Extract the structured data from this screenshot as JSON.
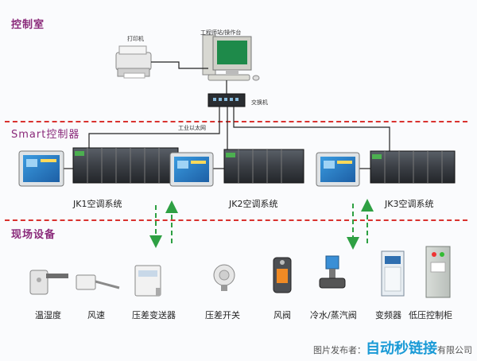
{
  "sections": {
    "control_room": "控制室",
    "smart_controller": "Smart控制器",
    "field_devices": "现场设备"
  },
  "control_room": {
    "printer_label": "打印机",
    "workstation_label": "工程师站/操作台",
    "switch_label": "交换机",
    "ethernet_label": "工业以太网"
  },
  "controllers": [
    {
      "label": "JK1空调系统"
    },
    {
      "label": "JK2空调系统"
    },
    {
      "label": "JK3空调系统"
    }
  ],
  "devices": [
    {
      "label": "温湿度",
      "icon": "temp-humidity-sensor-icon"
    },
    {
      "label": "风速",
      "icon": "air-velocity-sensor-icon"
    },
    {
      "label": "压差变送器",
      "icon": "pressure-transmitter-icon"
    },
    {
      "label": "压差开关",
      "icon": "pressure-switch-icon"
    },
    {
      "label": "风阀",
      "icon": "damper-actuator-icon"
    },
    {
      "label": "冷水/蒸汽阀",
      "icon": "valve-actuator-icon"
    },
    {
      "label": "变频器",
      "icon": "vfd-icon"
    },
    {
      "label": "低压控制柜",
      "icon": "lv-cabinet-icon"
    }
  ],
  "watermark": {
    "prefix": "图片发布者：",
    "brand": "自动秒链接",
    "suffix": "有限公司"
  },
  "colors": {
    "section_title": "#8a2a7a",
    "divider": "#d9322f",
    "arrow": "#2ea043",
    "watermark_brand": "#1a9ad6"
  }
}
